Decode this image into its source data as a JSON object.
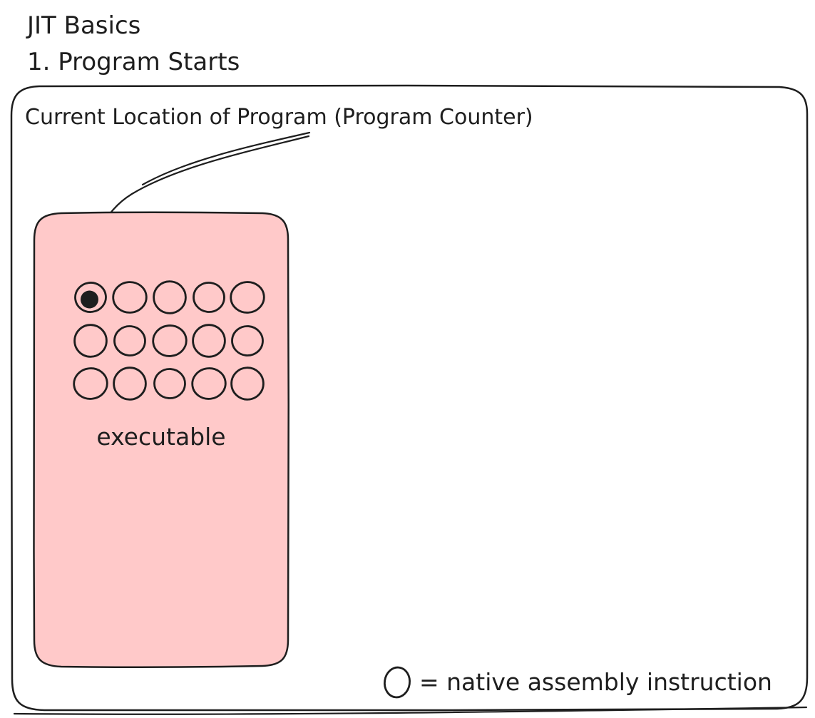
{
  "page": {
    "background_color": "#ffffff",
    "ink_color": "#1e1e1e"
  },
  "header": {
    "title_line1": "JIT Basics",
    "title_line2": "1. Program Starts"
  },
  "diagram": {
    "program_counter_label": "Current Location of Program (Program Counter)",
    "executable_box": {
      "label": "executable",
      "fill_color": "#ffc9c9",
      "instruction_grid": {
        "rows": 3,
        "cols": 5,
        "total_circles": 15,
        "filled_cell_index": 0
      }
    },
    "legend": {
      "symbol": "circle-icon",
      "text": "= native assembly instruction"
    }
  }
}
